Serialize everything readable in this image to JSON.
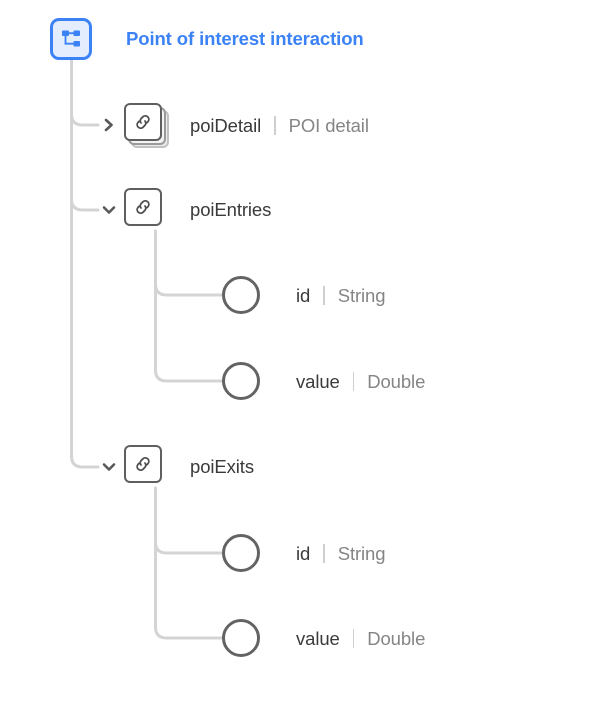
{
  "root": {
    "icon": "sitemap-icon",
    "title": "Point of interest interaction",
    "accent_color": "#3b82f6",
    "icon_fill": "#e3edfd"
  },
  "colors": {
    "accent": "#3b82f6",
    "node_name": "#3a3a3a",
    "node_type": "#858585",
    "connector": "#d4d4d4",
    "icon_border": "#5f5f5f",
    "separator": "#cfcfcf"
  },
  "tree": {
    "nodes": [
      {
        "name": "poiDetail",
        "type": "POI detail",
        "icon": "link-stacked-icon",
        "expanded": false,
        "chevron": "chevron-right-icon",
        "children": []
      },
      {
        "name": "poiEntries",
        "type": "",
        "icon": "link-icon",
        "expanded": true,
        "chevron": "chevron-down-icon",
        "children": [
          {
            "name": "id",
            "type": "String",
            "icon": "circle-node-icon"
          },
          {
            "name": "value",
            "type": "Double",
            "icon": "circle-node-icon"
          }
        ]
      },
      {
        "name": "poiExits",
        "type": "",
        "icon": "link-icon",
        "expanded": true,
        "chevron": "chevron-down-icon",
        "children": [
          {
            "name": "id",
            "type": "String",
            "icon": "circle-node-icon"
          },
          {
            "name": "value",
            "type": "Double",
            "icon": "circle-node-icon"
          }
        ]
      }
    ]
  }
}
